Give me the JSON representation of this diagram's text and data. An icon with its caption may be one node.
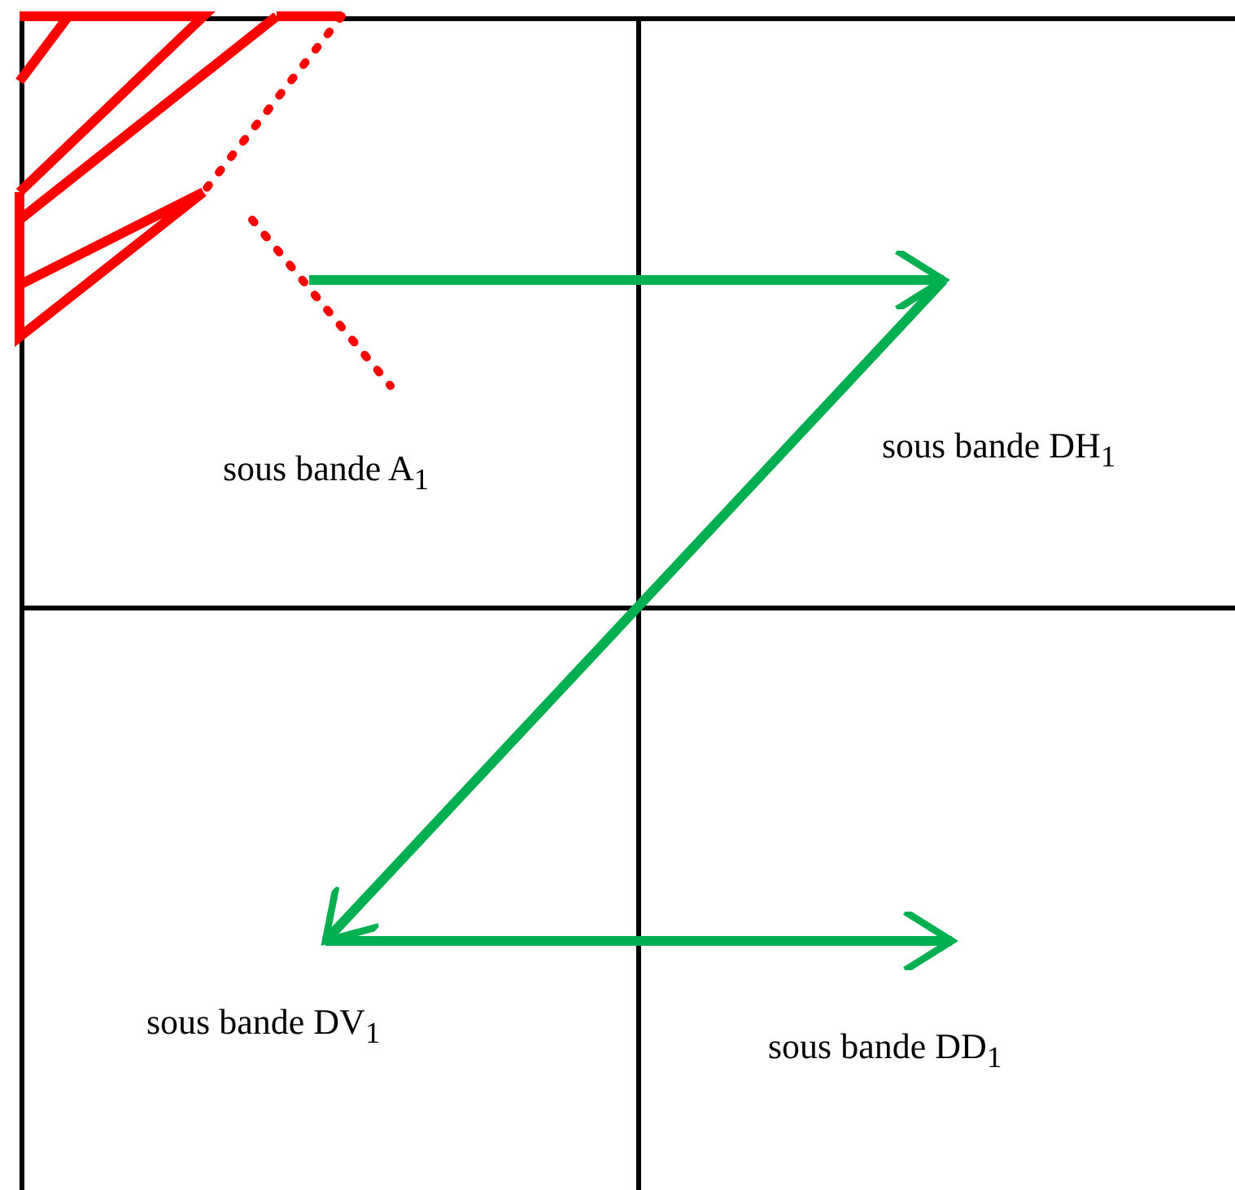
{
  "diagram": {
    "nodes": [
      {
        "text": [
          "sous bande A$_{1}$"
        ]
      },
      {
        "text": [
          "sous bande DH$_{1}$"
        ]
      },
      {
        "text": [
          "sous bande DV$_{1}$"
        ]
      },
      {
        "text": [
          "sous bande DD$_{1}$"
        ]
      }
    ],
    "edges": [
      {
        "from": 0,
        "to": 1,
        "arrow": "to"
      },
      {
        "from": 1,
        "to": 2,
        "arrow": "to"
      },
      {
        "from": 2,
        "to": 3,
        "arrow": "to"
      }
    ]
  }
}
